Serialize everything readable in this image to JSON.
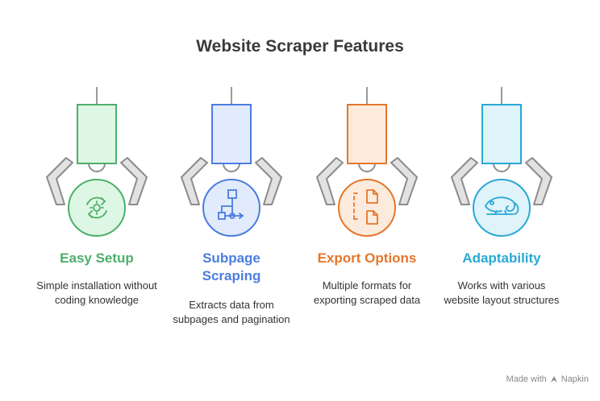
{
  "title": "Website Scraper Features",
  "features": [
    {
      "title": "Easy Setup",
      "description": "Simple installation without coding knowledge",
      "icon": "gear-refresh-icon",
      "color": "#4caf6a",
      "fill": "#def7e4"
    },
    {
      "title": "Subpage Scraping",
      "description": "Extracts data from subpages and pagination",
      "icon": "sitemap-icon",
      "color": "#4a7de0",
      "fill": "#e2ebfc"
    },
    {
      "title": "Export Options",
      "description": "Multiple formats for exporting scraped data",
      "icon": "documents-icon",
      "color": "#e5762b",
      "fill": "#fcebdc"
    },
    {
      "title": "Adaptability",
      "description": "Works with various website layout structures",
      "icon": "chameleon-icon",
      "color": "#2aa8d4",
      "fill": "#def3fa"
    }
  ],
  "watermark": {
    "prefix": "Made with",
    "brand": "Napkin"
  }
}
